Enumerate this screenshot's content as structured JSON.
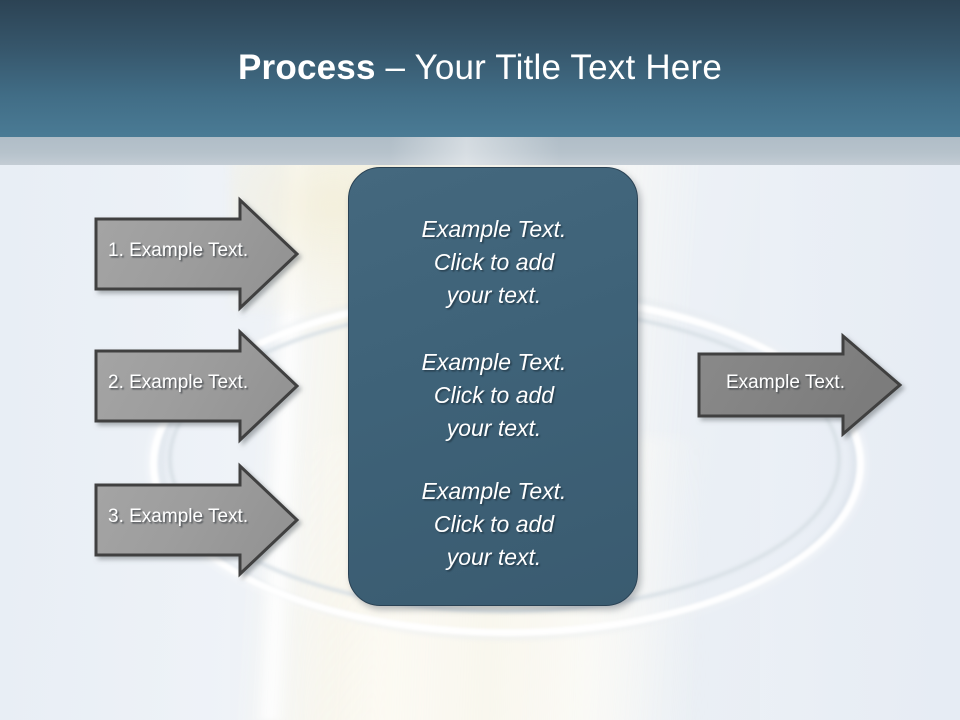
{
  "slide": {
    "title": {
      "strong": "Process",
      "rest": " – Your Title Text Here"
    },
    "colors": {
      "header_top": "#2c4354",
      "header_bottom": "#4a7b95",
      "header_band": "#b6c2cb",
      "panel_fill": "#3e6278",
      "panel_border": "#2a4254",
      "arrow_light_fill": "#9e9e9e",
      "arrow_dark_fill": "#808080",
      "arrow_border": "#3f3f3f",
      "background": "#eaeff5",
      "text_white": "#ffffff"
    }
  },
  "center_panel": {
    "blocks": [
      "Example Text.\nClick  to add\nyour text.",
      "Example Text.\nClick  to add\nyour text.",
      "Example Text.\nClick  to add\nyour text."
    ]
  },
  "input_arrows": [
    {
      "label": "1. Example Text."
    },
    {
      "label": "2. Example Text."
    },
    {
      "label": "3. Example Text."
    }
  ],
  "output_arrow": {
    "label": "Example Text."
  }
}
